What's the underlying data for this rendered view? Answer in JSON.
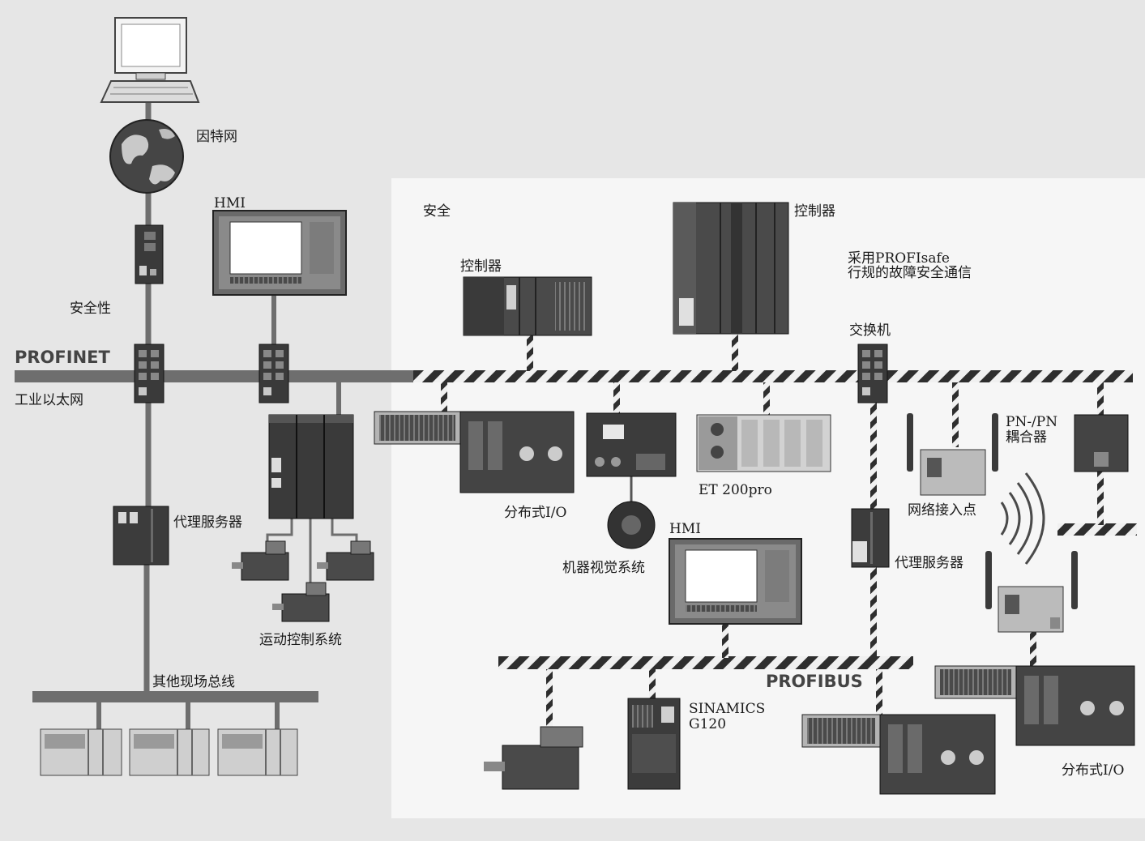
{
  "labels": {
    "internet": "因特网",
    "hmi_top": "HMI",
    "security": "安全性",
    "profinet": "PROFINET",
    "industrial_ethernet": "工业以太网",
    "proxy_left": "代理服务器",
    "motion_control": "运动控制系统",
    "other_fieldbus": "其他现场总线",
    "safety_zone": "安全",
    "controller_mid": "控制器",
    "controller_top": "控制器",
    "profisafe_line1": "采用PROFIsafe",
    "profisafe_line2": "行规的故障安全通信",
    "switch": "交换机",
    "distributed_io_mid": "分布式I/O",
    "et200pro": "ET 200pro",
    "machine_vision": "机器视觉系统",
    "hmi_mid": "HMI",
    "pn_pn_line1": "PN-/PN",
    "pn_pn_line2": "耦合器",
    "access_point": "网络接入点",
    "proxy_right": "代理服务器",
    "profibus": "PROFIBUS",
    "sinamics_line1": "SINAMICS",
    "sinamics_line2": "G120",
    "distributed_io_right": "分布式I/O"
  },
  "colors": {
    "background": "#e6e6e6",
    "safety_zone": "#f6f6f6",
    "bus": "#6e6e6e",
    "device_dark": "#3c3c3c",
    "hatch_dark": "#303030"
  },
  "icons": [
    "computer-icon",
    "globe-icon",
    "security-module-icon",
    "switch-icon",
    "hmi-panel-icon",
    "proxy-server-icon",
    "motor-icon",
    "drive-unit-icon",
    "controller-icon",
    "distributed-io-icon",
    "et200pro-icon",
    "camera-icon",
    "access-point-icon",
    "wireless-signal-icon",
    "frequency-inverter-icon"
  ]
}
